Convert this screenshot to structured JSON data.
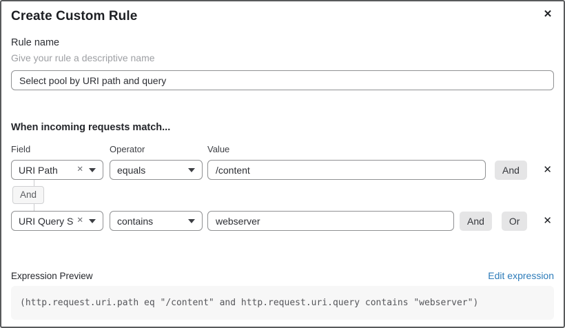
{
  "dialog": {
    "title": "Create Custom Rule",
    "close_icon": "✕"
  },
  "rule_name": {
    "label": "Rule name",
    "hint": "Give your rule a descriptive name",
    "value": "Select pool by URI path and query"
  },
  "matcher": {
    "heading": "When incoming requests match...",
    "columns": {
      "field": "Field",
      "operator": "Operator",
      "value": "Value"
    },
    "rows": [
      {
        "field": "URI Path",
        "operator": "equals",
        "value": "/content",
        "clear_icon": "✕",
        "and_label": "And",
        "remove_icon": "✕"
      },
      {
        "field": "URI Query St...",
        "operator": "contains",
        "value": "webserver",
        "clear_icon": "✕",
        "and_label": "And",
        "or_label": "Or",
        "remove_icon": "✕"
      }
    ],
    "join_label": "And"
  },
  "expression": {
    "label": "Expression Preview",
    "edit_link": "Edit expression",
    "code": "(http.request.uri.path eq \"/content\" and http.request.uri.query contains \"webserver\")"
  },
  "colors": {
    "link_blue": "#2c7bb9",
    "button_gray": "#e5e5e6",
    "code_background": "#f7f7f7",
    "border_gray": "#8f9092"
  }
}
